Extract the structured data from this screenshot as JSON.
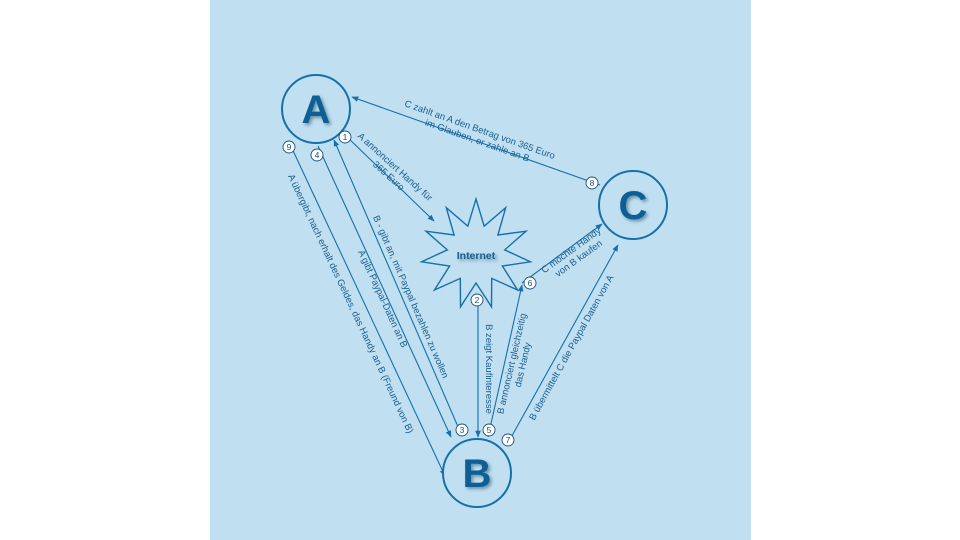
{
  "colors": {
    "panel_background": "#c0dff0",
    "node_stroke": "#1670aa",
    "letter_fill": "#0f5f96",
    "line": "#1670aa",
    "label_text": "#1a5f90"
  },
  "nodes": {
    "a": {
      "label": "A"
    },
    "b": {
      "label": "B"
    },
    "c": {
      "label": "C"
    },
    "internet": {
      "label": "Internet"
    }
  },
  "edges": [
    {
      "step": "1",
      "text": [
        "A annonciert Handy für",
        "365 Euro"
      ]
    },
    {
      "step": "2",
      "text": [
        "B zeigt Kaufinteresse"
      ]
    },
    {
      "step": "3",
      "text": [
        "B - gibt an, mit Paypal bezahlen zu wollen"
      ]
    },
    {
      "step": "4",
      "text": [
        "A gibt Paypal-Daten an B"
      ]
    },
    {
      "step": "5",
      "text": [
        "B annonciert gleichzeitig",
        "das Handy"
      ]
    },
    {
      "step": "6",
      "text": [
        "C möchte Handy",
        "von B kaufen"
      ]
    },
    {
      "step": "7",
      "text": [
        "B übermittelt C die Paypal Daten von A"
      ]
    },
    {
      "step": "8",
      "text": [
        "C zahlt an A den Betrag von 365 Euro",
        "im Glauben, er zahle an B"
      ]
    },
    {
      "step": "9",
      "text": [
        "A übergibt, nach erhalt des Geldes, das Handy an B (Freund von B)"
      ]
    }
  ]
}
